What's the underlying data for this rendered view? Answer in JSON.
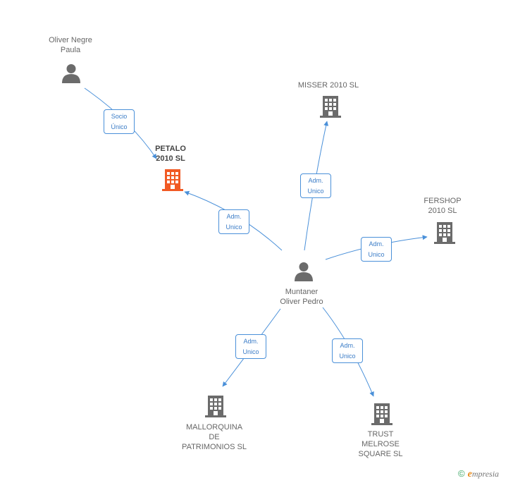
{
  "nodes": {
    "oliver_negre": {
      "line1": "Oliver Negre",
      "line2": "Paula",
      "type": "person"
    },
    "petalo": {
      "line1": "PETALO",
      "line2": "2010 SL",
      "type": "company",
      "color": "#f15a24"
    },
    "misser": {
      "line1": "MISSER 2010 SL",
      "type": "company"
    },
    "fershop": {
      "line1": "FERSHOP",
      "line2": "2010 SL",
      "type": "company"
    },
    "muntaner": {
      "line1": "Muntaner",
      "line2": "Oliver Pedro",
      "type": "person"
    },
    "mallorquina": {
      "line1": "MALLORQUINA",
      "line2": "DE",
      "line3": "PATRIMONIOS SL",
      "type": "company"
    },
    "trust": {
      "line1": "TRUST",
      "line2": "MELROSE",
      "line3": "SQUARE SL",
      "type": "company"
    }
  },
  "edges": {
    "socio": {
      "line1": "Socio",
      "line2": "Único"
    },
    "adm_petalo": {
      "line1": "Adm.",
      "line2": "Unico"
    },
    "adm_misser": {
      "line1": "Adm.",
      "line2": "Unico"
    },
    "adm_fershop": {
      "line1": "Adm.",
      "line2": "Unico"
    },
    "adm_mallorquina": {
      "line1": "Adm.",
      "line2": "Unico"
    },
    "adm_trust": {
      "line1": "Adm.",
      "line2": "Unico"
    }
  },
  "colors": {
    "edge": "#4a90d9",
    "icon_default": "#6b6b6b",
    "icon_focus": "#f15a24"
  },
  "footer": {
    "copyright": "©",
    "brand_initial": "e",
    "brand_rest": "mpresia"
  }
}
